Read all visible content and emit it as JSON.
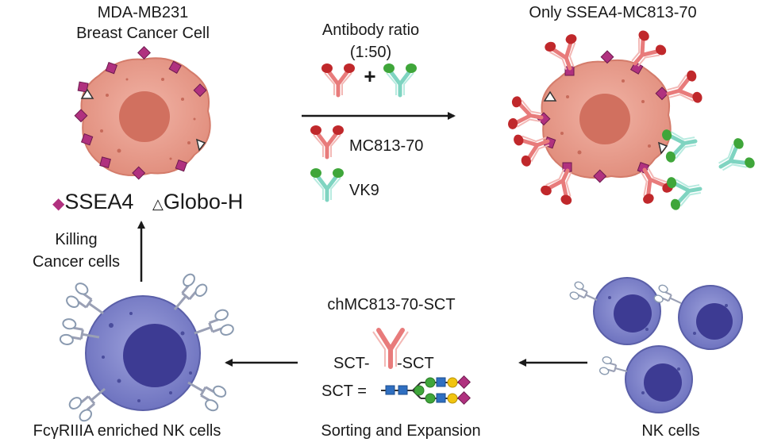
{
  "cancer_cell": {
    "line1": "MDA-MB231",
    "line2": "Breast Cancer Cell"
  },
  "antibody_ratio": {
    "line1": "Antibody ratio",
    "line2": "(1:50)",
    "plus": "+"
  },
  "result_title": "Only SSEA4-MC813-70",
  "legend_antibodies": [
    {
      "label": "MC813-70",
      "color": "#e87b7b",
      "tip_color": "#c0282b"
    },
    {
      "label": "VK9",
      "color": "#7fd4c1",
      "tip_color": "#3fa63a"
    }
  ],
  "legend_antigens": {
    "ssea4": "SSEA4",
    "globo": "Globo-H"
  },
  "killing": {
    "line1": "Killing",
    "line2": "Cancer cells"
  },
  "construct": {
    "title": "chMC813-70-SCT",
    "sct_left": "SCT-",
    "sct_right": "-SCT",
    "sct_eq": "SCT ="
  },
  "enriched_label": "FcγRIIIA enriched NK cells",
  "sorting_label": "Sorting and Expansion",
  "nk_label": "NK cells",
  "colors": {
    "cancer_cell": "#e8a091",
    "cancer_nucleus": "#d1705f",
    "ssea4": "#b0317f",
    "nk_cell": "#7f83c9",
    "nk_nucleus": "#3d3b93",
    "arrow": "#1a1a1a"
  }
}
